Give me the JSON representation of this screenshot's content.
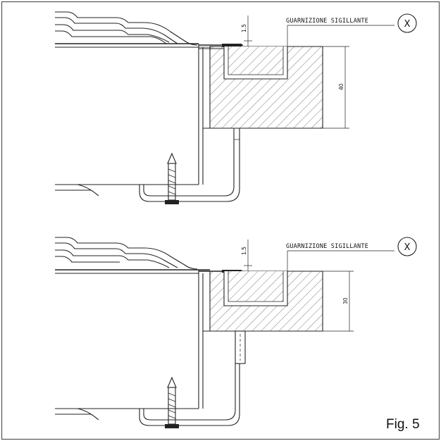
{
  "figure_label": "Fig. 5",
  "panels": [
    {
      "label": "GUARNIZIONE SIGILLANTE",
      "marker": "X",
      "dim_small": "1.5",
      "dim_height": "40",
      "fastener": "bracket"
    },
    {
      "label": "GUARNIZIONE SIGILLANTE",
      "marker": "X",
      "dim_small": "1.5",
      "dim_height": "30",
      "fastener": "spacer"
    }
  ]
}
